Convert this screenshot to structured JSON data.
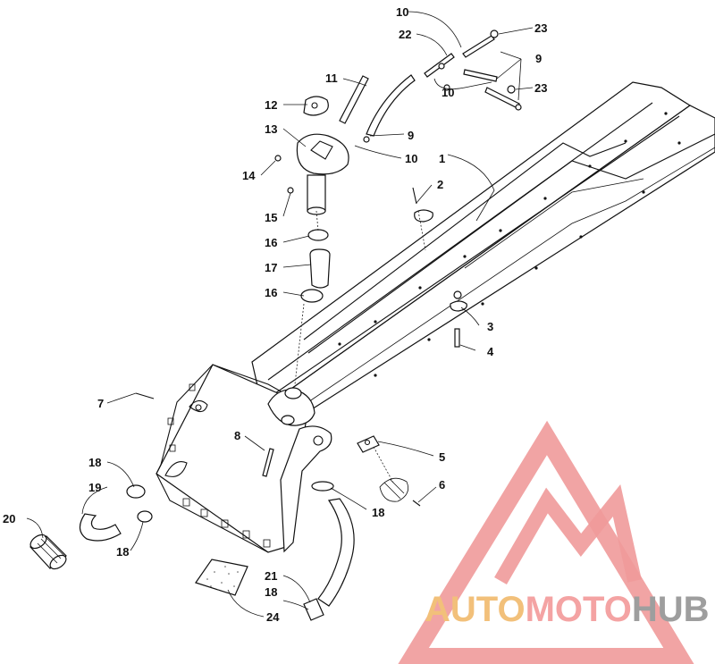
{
  "diagram": {
    "part_labels": [
      "1",
      "2",
      "3",
      "4",
      "5",
      "6",
      "7",
      "8",
      "9",
      "9",
      "10",
      "10",
      "10",
      "11",
      "12",
      "13",
      "14",
      "15",
      "16",
      "16",
      "17",
      "18",
      "18",
      "18",
      "18",
      "19",
      "20",
      "21",
      "22",
      "23",
      "23",
      "24"
    ]
  },
  "watermark": {
    "text_a": "AUTO",
    "text_b": "MOTO",
    "text_c": "HUB",
    "colors": {
      "triangle": "#ef9a9a",
      "auto": "#f2c07a",
      "moto": "#f4a3a3",
      "hub": "#9e9e9e"
    }
  }
}
